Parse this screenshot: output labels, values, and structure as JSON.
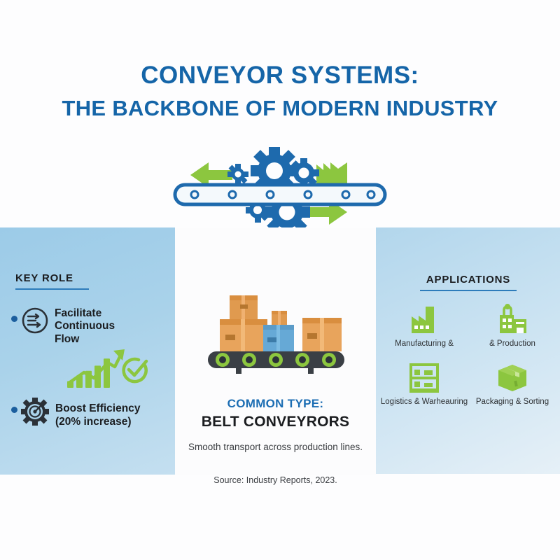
{
  "colors": {
    "brand_blue": "#1565a8",
    "accent_blue": "#2d7cbb",
    "deep_blue": "#1b5e9e",
    "green": "#8cc63f",
    "dark_text": "#1b1d20",
    "panel_left_bg": "#a9d2ea",
    "panel_right_bg": "#cbe3f2",
    "box_orange": "#e8a45c",
    "box_blue": "#66a9d6",
    "conveyor_dark": "#3a3f45"
  },
  "header": {
    "title_line1": "CONVEYOR SYSTEMS:",
    "title_line2": "THE BACKBONE OF MODERN INDUSTRY"
  },
  "hero": {
    "icon_names": [
      "left-arrow-icon",
      "gear-icon",
      "factory-icon",
      "conveyor-belt-icon",
      "right-arrow-icon"
    ]
  },
  "key_role": {
    "heading": "KEY ROLE",
    "items": [
      {
        "icon": "flow-arrows-circle-icon",
        "label": "Facilitate\nContinuous\nFlow",
        "line1": "Facilitate",
        "line2": "Continuous",
        "line3": "Flow"
      },
      {
        "icon": "target-gear-icon",
        "line1": "Boost Efficiency",
        "line2": "(20% increase)"
      }
    ],
    "growth_graphic": "bar-chart-growth-icon",
    "check_graphic": "check-circle-icon"
  },
  "common_type": {
    "kicker": "COMMON TYPE:",
    "title": "BELT CONVEYRORS",
    "description": "Smooth transport across production lines.",
    "illustration": "belt-conveyor-boxes-illustration"
  },
  "source": {
    "text": "Source: Industry Reports, 2023."
  },
  "applications": {
    "heading": "APPLICATIONS",
    "items": [
      {
        "icon": "factory-icon",
        "label": "Manufacturing &"
      },
      {
        "icon": "plant-building-icon",
        "label": "& Production"
      },
      {
        "icon": "warehouse-icon",
        "label": "Logistics & Warheauring"
      },
      {
        "icon": "package-box-icon",
        "label": "Packaging & Sorting"
      }
    ]
  },
  "chart_data": {
    "type": "bar",
    "title": "",
    "categories": [
      "1",
      "2",
      "3",
      "4",
      "5"
    ],
    "values": [
      22,
      40,
      55,
      72,
      95
    ],
    "ylim": [
      0,
      100
    ],
    "xlabel": "",
    "ylabel": "",
    "grid": false,
    "annotations": [
      "upward trend arrow",
      "check mark circle"
    ]
  }
}
